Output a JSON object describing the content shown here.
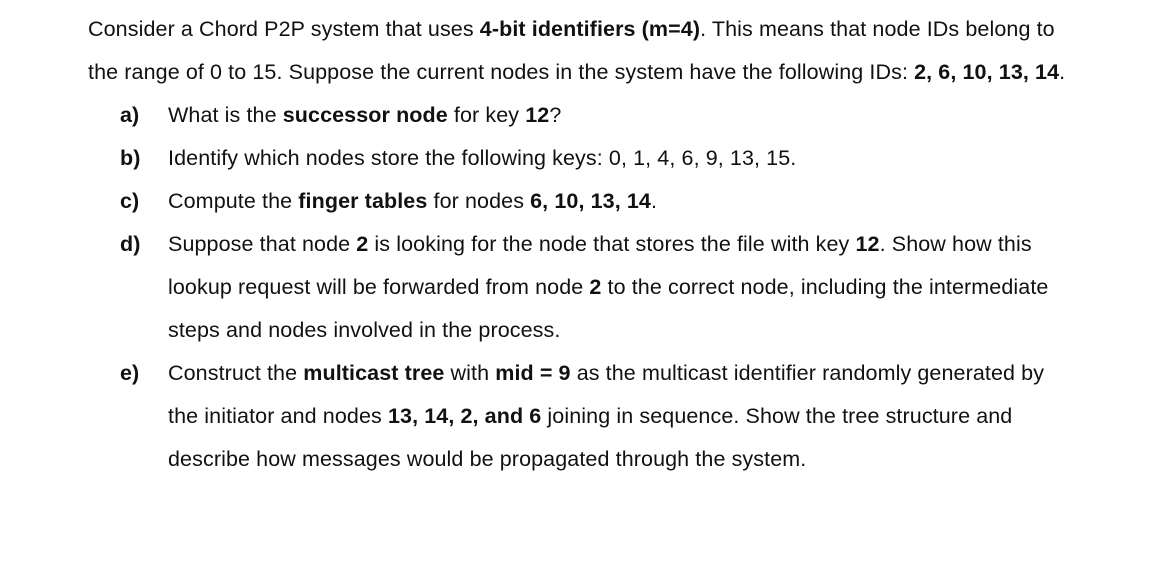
{
  "document": {
    "intro": {
      "seg1": "Consider a Chord P2P system that uses ",
      "seg2_bold": "4-bit identifiers (m=4)",
      "seg3": ". This means that node IDs belong to the range of 0 to 15. Suppose the current nodes in the system have the following IDs: ",
      "seg4_bold": "2, 6, 10, 13, 14",
      "seg5": "."
    },
    "parts": [
      {
        "marker": "a)",
        "seg1": "What is the ",
        "seg2_bold": "successor node",
        "seg3": " for key ",
        "seg4_bold": "12",
        "seg5": "?"
      },
      {
        "marker": "b)",
        "seg1": "Identify which nodes store the following keys: 0, 1, 4, 6, 9, 13, 15.",
        "seg2_bold": "",
        "seg3": "",
        "seg4_bold": "",
        "seg5": ""
      },
      {
        "marker": "c)",
        "seg1": "Compute the ",
        "seg2_bold": "finger tables",
        "seg3": " for nodes ",
        "seg4_bold": "6, 10, 13, 14",
        "seg5": "."
      },
      {
        "marker": "d)",
        "seg1": "Suppose that node ",
        "seg2_bold": "2",
        "seg3": " is looking for the node that stores the file with key ",
        "seg4_bold": "12",
        "seg5": ". Show how this lookup request will be forwarded from node ",
        "seg6_bold": "2",
        "seg7": " to the correct node, including the intermediate steps and nodes involved in the process."
      },
      {
        "marker": "e)",
        "seg1": "Construct the ",
        "seg2_bold": "multicast tree",
        "seg3": " with ",
        "seg4_bold": "mid = 9",
        "seg5": " as the multicast identifier randomly generated by the initiator and nodes ",
        "seg6_bold": "13, 14, 2, and 6",
        "seg7": " joining in sequence. Show the tree structure and describe how messages would be propagated through the system."
      }
    ]
  }
}
